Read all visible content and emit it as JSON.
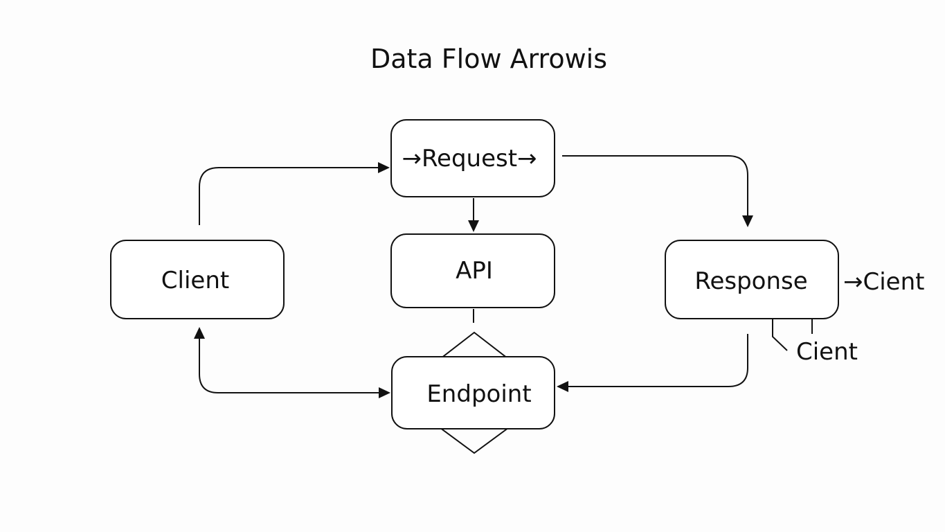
{
  "title": "Data Flow Arrowis",
  "nodes": {
    "request": "→Request→",
    "api": "API",
    "client": "Client",
    "response": "Response",
    "endpoint": "Endpoint"
  },
  "annotations": {
    "response_right": "→Cient",
    "response_below": "Cient"
  },
  "colors": {
    "stroke": "#111111",
    "background": "#fdfdfd"
  }
}
